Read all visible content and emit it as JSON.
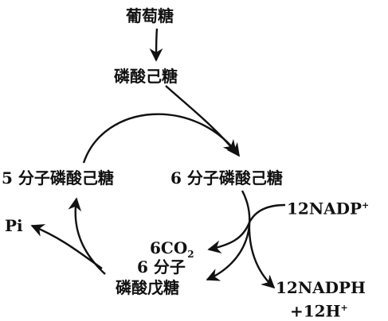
{
  "nodes": {
    "glucose": "葡萄糖",
    "hexose_phosphate": "磷酸己糖",
    "five_hexose_phosphate": "5 分子磷酸己糖",
    "six_hexose_phosphate": "6 分子磷酸己糖",
    "nadp": "12NADP",
    "nadp_charge": "+",
    "co2_coef": "6CO",
    "co2_sub": "2",
    "pentose_count": "6 分子",
    "pentose_phosphate": "磷酸戊糖",
    "pi": "Pi",
    "nadph": "12NADPH",
    "h_plus": "+12H",
    "h_charge": "+"
  },
  "colors": {
    "ink": "#111111",
    "background": "#ffffff"
  }
}
